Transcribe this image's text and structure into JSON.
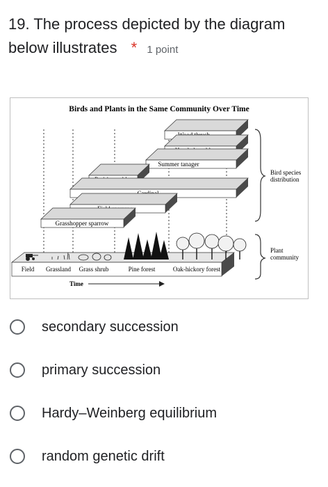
{
  "question": {
    "number": "19.",
    "text": "The process depicted by the diagram below illustrates",
    "required_mark": "*",
    "points": "1 point"
  },
  "diagram": {
    "title": "Birds and Plants in the Same Community Over Time",
    "birds": [
      "Wood thrush",
      "Hooded warbler",
      "Summer tanager",
      "Prairie warbler",
      "Cardinal",
      "Field sparrow",
      "Grasshopper sparrow"
    ],
    "bird_group_label": [
      "Bird species",
      "distribution"
    ],
    "plant_group_label": [
      "Plant",
      "community"
    ],
    "stages": [
      "Field",
      "Grassland",
      "Grass shrub",
      "Pine forest",
      "Oak-hickory forest"
    ],
    "time_label": "Time"
  },
  "options": [
    {
      "label": "secondary succession"
    },
    {
      "label": "primary succession"
    },
    {
      "label": "Hardy–Weinberg equilibrium"
    },
    {
      "label": "random genetic drift"
    }
  ]
}
